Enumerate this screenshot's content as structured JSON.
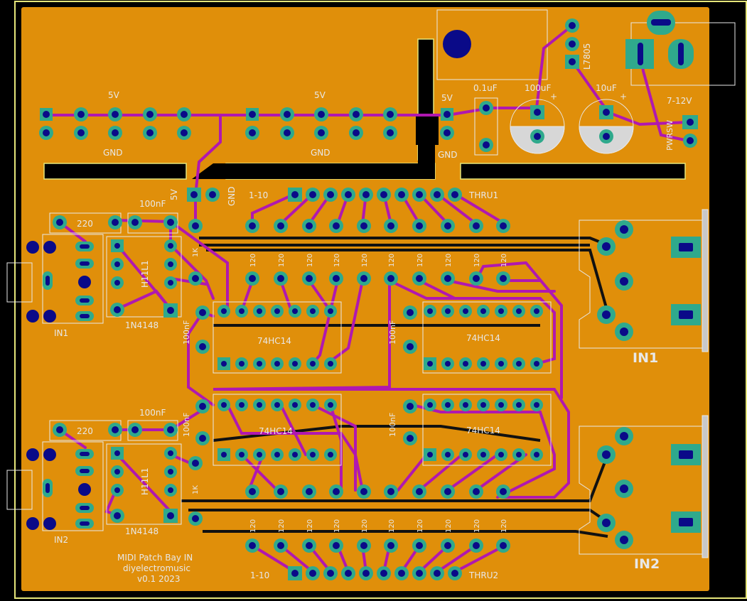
{
  "colors": {
    "background": "#000000",
    "copper": "#E08F0A",
    "edge": "#E6E67A",
    "trace_top": "#B018B0",
    "trace_bottom": "#111111",
    "pad": "#2FA98C",
    "drill": "#0A0A88",
    "silk": "#E8E8E8",
    "slot": "#000000"
  },
  "labels": {
    "v5_a": "5V",
    "v5_b": "5V",
    "v5_c": "5V",
    "v5_d": "5V",
    "gnd_a": "GND",
    "gnd_b": "GND",
    "gnd_c": "GND",
    "gnd_d": "GND",
    "c_01uf": "0.1uF",
    "c_100uf": "100uF",
    "c_10uf": "10uF",
    "reg": "L7805",
    "vin": "7-12V",
    "pwrsw": "PWRSW",
    "r220_a": "220",
    "r220_b": "220",
    "c100nf_a": "100nF",
    "c100nf_b": "100nF",
    "c100nf_c": "100nF",
    "c100nf_d": "100nF",
    "c100nf_e": "100nF",
    "c100nf_f": "100nF",
    "opto_a": "H11L1",
    "opto_b": "H11L1",
    "diode_a": "1N4148",
    "diode_b": "1N4148",
    "r1k_a": "1K",
    "r1k_b": "1K",
    "in1_small": "IN1",
    "in2_small": "IN2",
    "in1_big": "IN1",
    "in2_big": "IN2",
    "hdr_range_a": "1-10",
    "hdr_range_b": "1-10",
    "thru1": "THRU1",
    "thru2": "THRU2",
    "ic_a": "74HC14",
    "ic_b": "74HC14",
    "ic_c": "74HC14",
    "ic_d": "74HC14",
    "board_title": "MIDI Patch Bay IN",
    "board_author": "diyelectromusic",
    "board_version": "v0.1 2023"
  },
  "resistor_value": "120"
}
